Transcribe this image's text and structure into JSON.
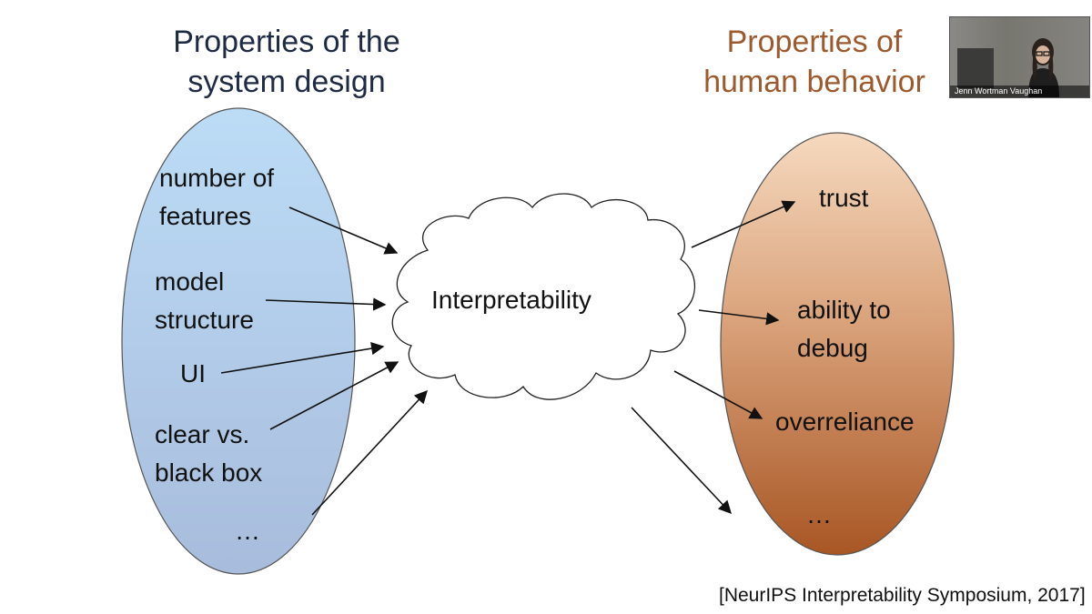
{
  "left_heading": [
    "Properties of the",
    "system design"
  ],
  "right_heading": [
    "Properties of",
    "human behavior"
  ],
  "center_label": "Interpretability",
  "left_items": [
    [
      "number of",
      "features"
    ],
    [
      "model",
      "structure"
    ],
    [
      "UI"
    ],
    [
      "clear vs.",
      "black box"
    ],
    [
      "…"
    ]
  ],
  "right_items": [
    [
      "trust"
    ],
    [
      "ability to",
      "debug"
    ],
    [
      "overreliance"
    ],
    [
      "…"
    ]
  ],
  "citation": "[NeurIPS Interpretability Symposium, 2017]",
  "video_tile": {
    "name": "Jenn Wortman Vaughan"
  },
  "colors": {
    "left_heading": "#1f2a44",
    "right_heading": "#9c5a2e",
    "left_ellipse_top": "#bcdcf6",
    "left_ellipse_bottom": "#a8bcdc",
    "right_ellipse_top": "#f6d9bf",
    "right_ellipse_bottom": "#a85624"
  }
}
